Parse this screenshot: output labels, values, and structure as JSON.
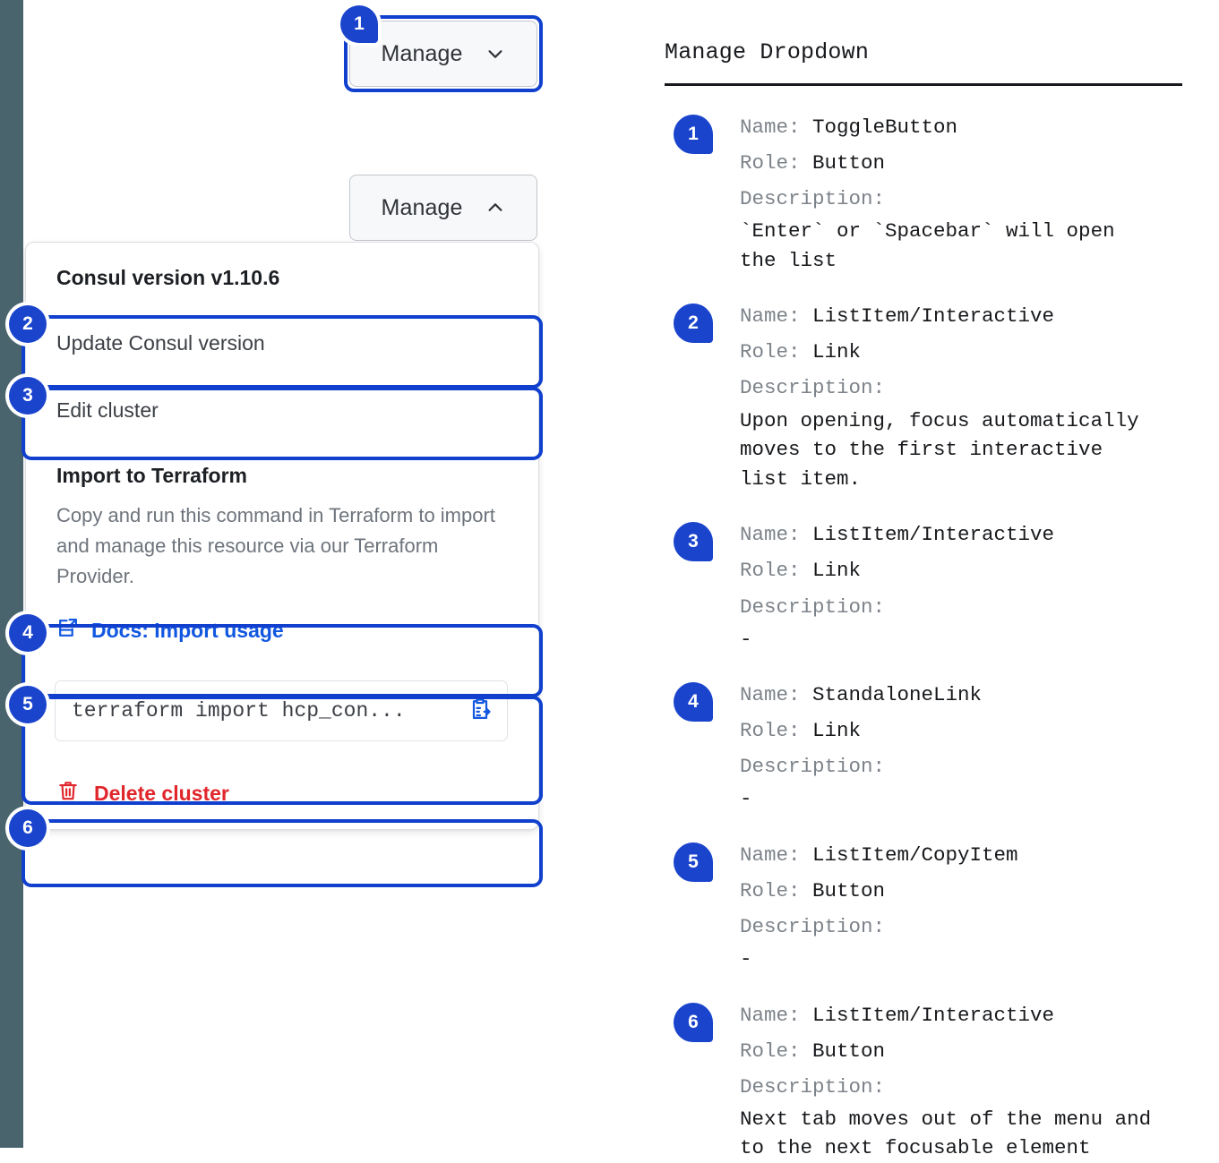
{
  "left_rail": {
    "color": "#4a646e"
  },
  "accent": {
    "blue": "#1040cd",
    "badge_blue": "#1a44cc",
    "link_blue": "#1257e0",
    "danger_red": "#e0262b"
  },
  "demo": {
    "button_closed": {
      "label": "Manage",
      "icon": "chevron-down-icon"
    },
    "button_open": {
      "label": "Manage",
      "icon": "chevron-up-icon"
    },
    "panel": {
      "header": "Consul version v1.10.6",
      "items": [
        {
          "label": "Update Consul version"
        },
        {
          "label": "Edit cluster"
        }
      ],
      "section": {
        "title": "Import to Terraform",
        "body": "Copy and run this command in Terraform to import and manage this resource via our Terraform Provider."
      },
      "docs_link": {
        "label": "Docs: Import usage",
        "icon": "docs-external-link-icon"
      },
      "copy_field": {
        "value": "terraform import hcp_con...",
        "icon": "copy-to-clipboard-icon"
      },
      "delete": {
        "label": "Delete cluster",
        "icon": "trash-icon"
      }
    },
    "badges": [
      "1",
      "2",
      "3",
      "4",
      "5",
      "6"
    ]
  },
  "docs": {
    "title": "Manage Dropdown",
    "labels": {
      "name": "Name:",
      "role": "Role:",
      "description": "Description:"
    },
    "entries": [
      {
        "num": "1",
        "name": "ToggleButton",
        "role": "Button",
        "description": "`Enter` or `Spacebar` will open\nthe list"
      },
      {
        "num": "2",
        "name": "ListItem/Interactive",
        "role": "Link",
        "description": "Upon opening, focus automatically\nmoves to the first interactive\nlist item."
      },
      {
        "num": "3",
        "name": "ListItem/Interactive",
        "role": "Link",
        "description": "-"
      },
      {
        "num": "4",
        "name": "StandaloneLink",
        "role": "Link",
        "description": "-"
      },
      {
        "num": "5",
        "name": "ListItem/CopyItem",
        "role": "Button",
        "description": "-"
      },
      {
        "num": "6",
        "name": "ListItem/Interactive",
        "role": "Button",
        "description": "Next tab moves out of the menu and\nto the next focusable element"
      }
    ]
  }
}
